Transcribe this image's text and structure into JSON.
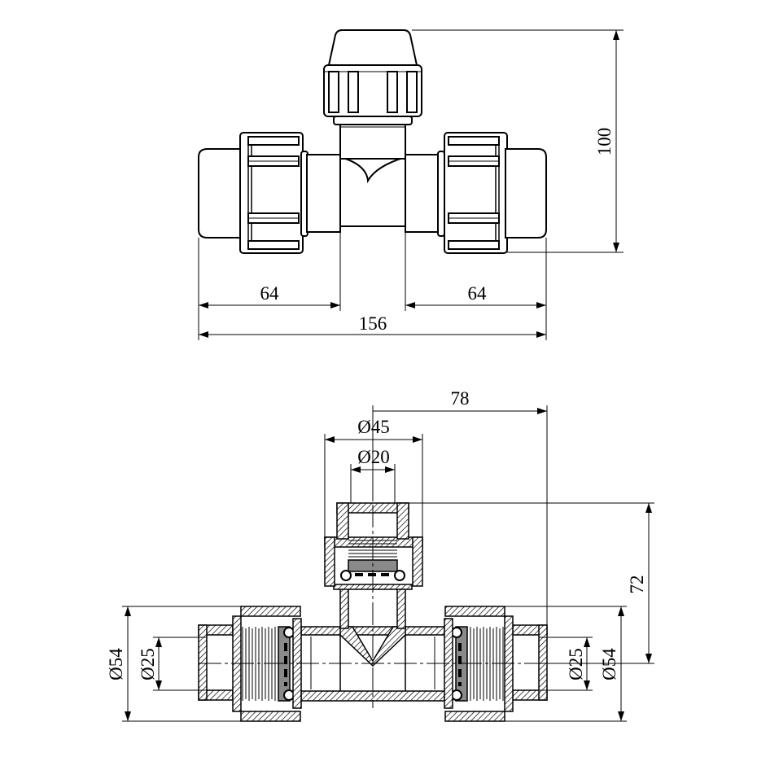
{
  "top_view": {
    "dimensions": {
      "height": "100",
      "left_length": "64",
      "right_length": "64",
      "total_length": "156"
    }
  },
  "section_view": {
    "dimensions": {
      "half_length": "78",
      "branch_outer_diameter": "Ø45",
      "branch_bore_diameter": "Ø20",
      "branch_height": "72",
      "left_outer_diameter": "Ø54",
      "left_bore_diameter": "Ø25",
      "right_bore_diameter": "Ø25",
      "right_outer_diameter": "Ø54"
    }
  }
}
